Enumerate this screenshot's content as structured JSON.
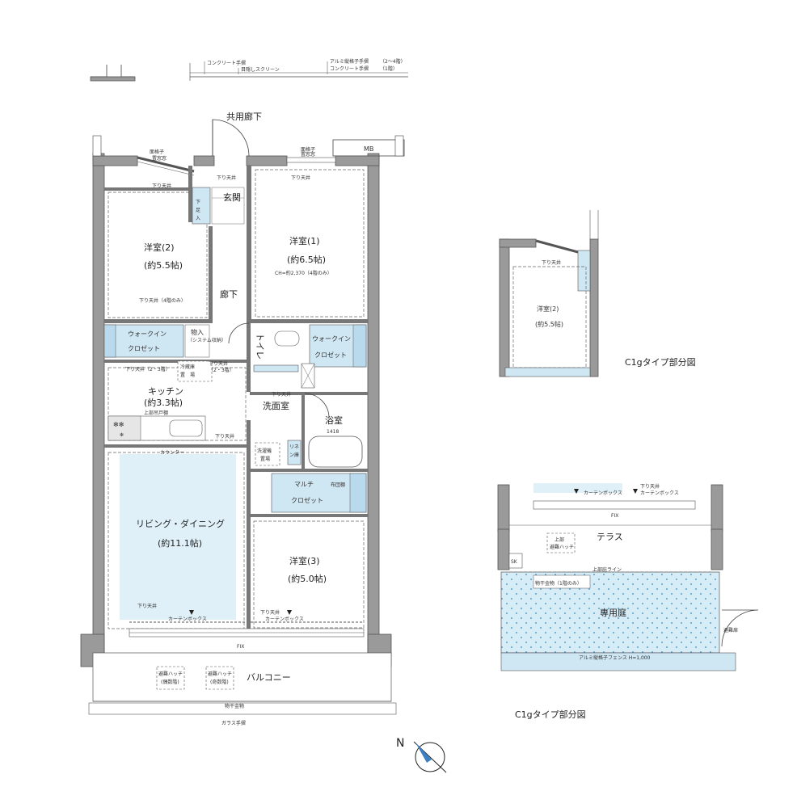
{
  "legend": {
    "concrete_rail": "コンクリート手摺",
    "blind_screen": "目隠しスクリーン",
    "alu_rail": "アルミ縦格子手摺",
    "alu_rail_floors": "（2～4階）",
    "concrete_rail2": "コンクリート手摺",
    "concrete_rail2_floors": "（1階）"
  },
  "main_plan": {
    "corridor": "共用廊下",
    "mb": "MB",
    "lattice_window": "面格子\n置窓窓",
    "rooms": {
      "western2": "洋室(2)",
      "western2_size": "(約5.5帖)",
      "western1": "洋室(1)",
      "western1_size": "(約6.5帖)",
      "western1_ch": "CH=約2,370（4階のみ）",
      "entrance": "玄関",
      "shoe": "下足入",
      "hallway": "廊下",
      "toilet": "トイレ",
      "walkin1": "ウォークイン",
      "closet1": "クロゼット",
      "walkin2": "ウォークイン",
      "closet2": "クロゼット",
      "storage": "物入",
      "storage_note": "（システム収納）",
      "fridge": "冷蔵庫\n置　場",
      "kitchen": "キッチン",
      "kitchen_size": "(約3.3帖)",
      "upper_cabinet": "上部吊戸棚",
      "counter": "カウンター",
      "washroom": "洗面室",
      "bath": "浴室",
      "bath_size": "1418",
      "washer": "洗濯機\n置場",
      "linen": "リネン庫",
      "multi": "マルチ",
      "multi_closet": "クロゼット",
      "futon": "布団棚",
      "living": "リビング・ダイニング",
      "living_size": "(約11.1帖)",
      "western3": "洋室(3)",
      "western3_size": "(約5.0帖)",
      "balcony": "バルコニー",
      "hatch1": "避難ハッチ\n(偶数階)",
      "hatch2": "避難ハッチ\n(奇数階)",
      "hanger": "物干金物",
      "glass_rail": "ガラス手摺",
      "fix": "FIX",
      "curtain_box": "カーテンボックス",
      "dropped_ceiling": "下り天井",
      "dropped_ceiling_4f": "下り天井（4階のみ）",
      "dropped_ceiling_23f": "下り天井（2・3階）"
    }
  },
  "partial1": {
    "room": "洋室(2)",
    "room_size": "(約5.5帖)",
    "caption": "C1gタイプ部分図",
    "dropped_ceiling": "下り天井"
  },
  "partial2": {
    "terrace": "テラス",
    "garden": "専用庭",
    "hatch": "上部\n避難ハッチ",
    "sk": "SK",
    "fence": "アルミ縦格子フェンス H=1,000",
    "hanger": "物干金物（1階のみ）",
    "fix": "FIX",
    "curtain_box": "カーテンボックス",
    "dropped_ceiling": "下り天井",
    "upper_eave": "上部庇ライン",
    "gate": "避難扉",
    "caption": "C1gタイプ部分図"
  }
}
